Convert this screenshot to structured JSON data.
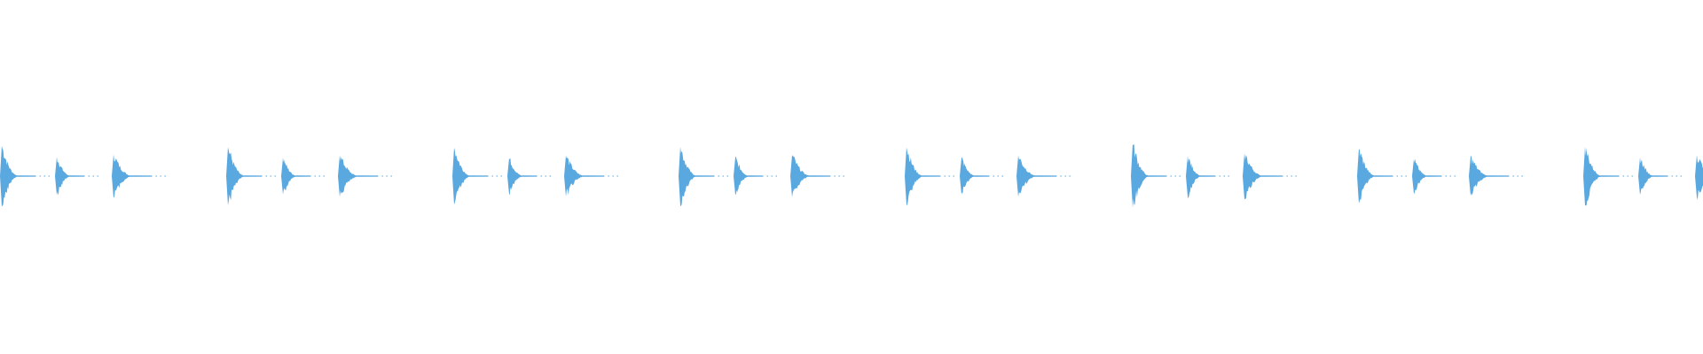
{
  "waveform": {
    "color": "#5aa8e0",
    "background": "#ffffff",
    "pattern": {
      "bars": 8,
      "hits_per_bar": 3,
      "hit_amplitudes": [
        0.95,
        0.6,
        0.68
      ],
      "hit_tail_lengths": [
        0.55,
        0.45,
        0.62
      ]
    },
    "bar_amplitude_scale": [
      1.0,
      0.96,
      0.94,
      0.97,
      0.95,
      1.05,
      0.9,
      0.97
    ],
    "trailing_hit_amplitude": 0.55
  }
}
